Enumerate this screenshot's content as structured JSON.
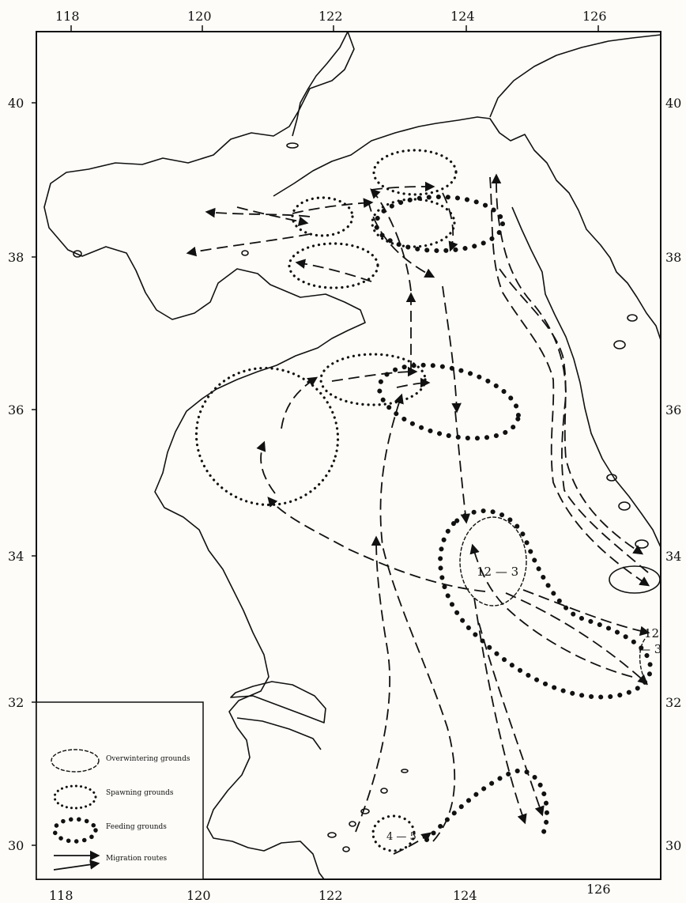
{
  "lon_ticks": [
    "118",
    "120",
    "122",
    "124",
    "126"
  ],
  "lat_ticks": [
    "40",
    "38",
    "36",
    "34",
    "32",
    "30"
  ],
  "lat_ticks_right": [
    "40",
    "38",
    "36",
    "34",
    "32",
    "30"
  ],
  "zones": {
    "overwinter_main": "12 — 3",
    "overwinter_east_a": "12",
    "overwinter_east_b": "— 3",
    "spawn_south": "4 — 5"
  },
  "legend": {
    "overwintering": "Overwintering grounds",
    "spawning": "Spawning grounds",
    "feeding": "Feeding grounds",
    "migration": "Migration routes"
  }
}
